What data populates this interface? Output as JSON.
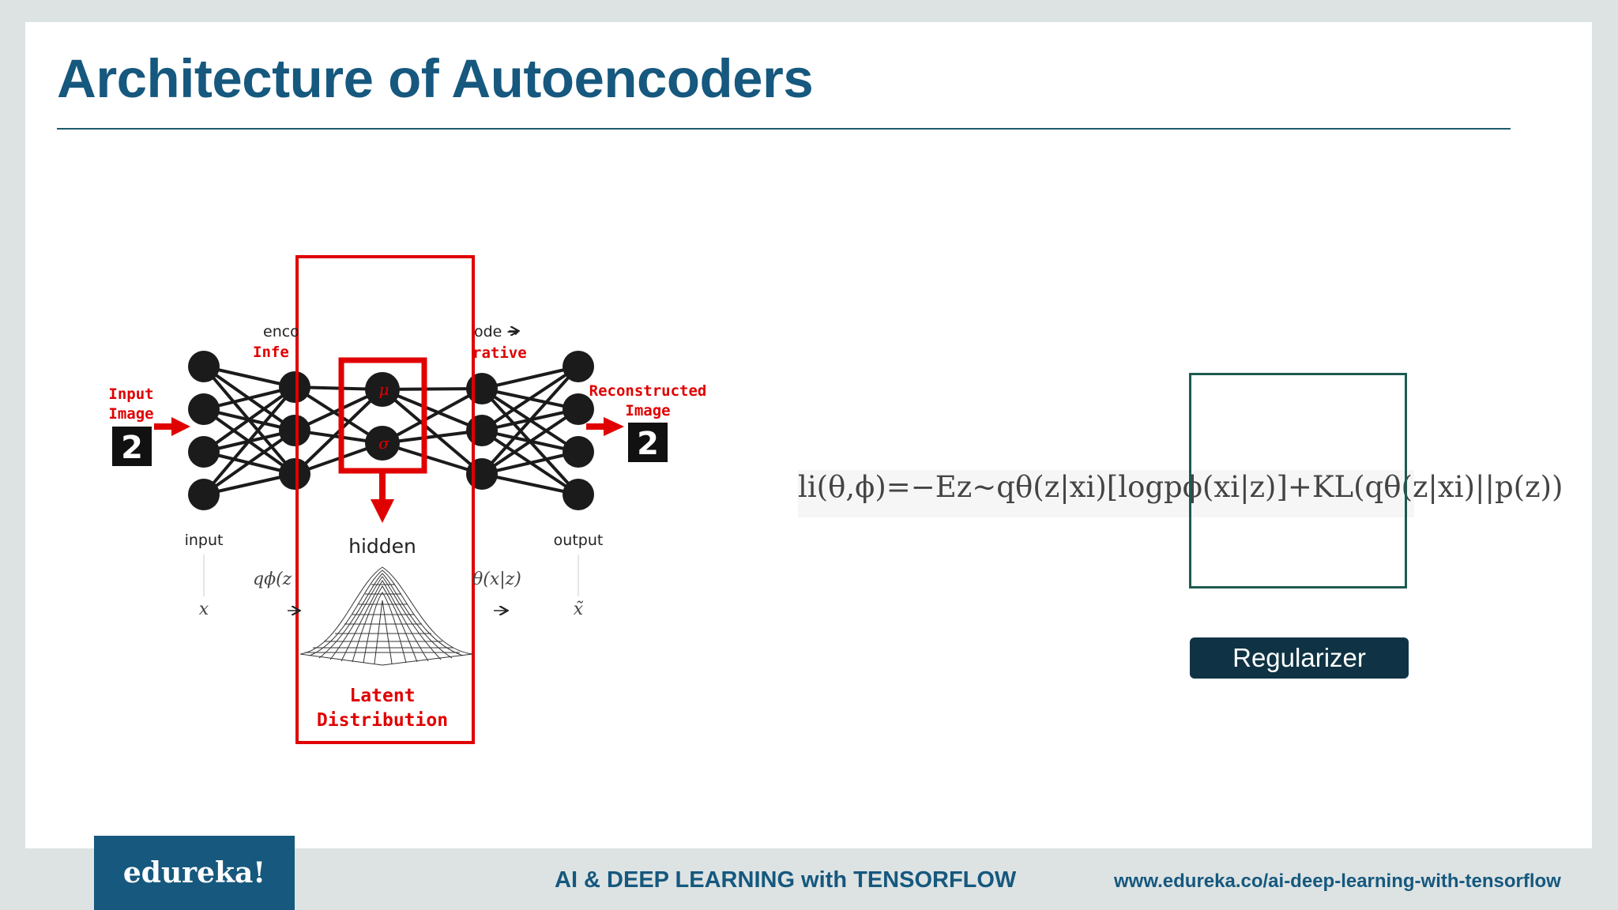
{
  "slide": {
    "title": "Architecture of Autoencoders"
  },
  "diagram": {
    "input_label_line1": "Input",
    "input_label_line2": "Image",
    "reconstructed_label_line1": "Reconstructed",
    "reconstructed_label_line2": "Image",
    "encoder_partial": "enco",
    "inference_partial": "Infe",
    "decoder_partial": "ode →",
    "generative_partial": "rative",
    "mu_symbol": "μ",
    "sigma_symbol": "σ",
    "hidden_label": "hidden",
    "input_node_label": "input",
    "output_node_label": "output",
    "x_symbol": "x",
    "x_tilde_symbol": "x̃",
    "q_partial": "qϕ(z",
    "p_partial": "θ(x|z)",
    "latent_line1": "Latent",
    "latent_line2": "Distribution",
    "digit": "2"
  },
  "formula": {
    "text": "li(θ,ϕ)=−Ez∼qθ(z|xi)[logpϕ(xi|z)]+KL(qθ(z|xi)||p(z))"
  },
  "regularizer": {
    "label": "Regularizer"
  },
  "footer": {
    "logo": "edureka!",
    "course": "AI & DEEP LEARNING with TENSORFLOW",
    "url": "www.edureka.co/ai-deep-learning-with-tensorflow"
  },
  "colors": {
    "title": "#16587e",
    "accent_red": "#e00000",
    "node": "#1b1b1b",
    "regularizer_bg": "#0f3344",
    "regularizer_border": "#1d5a4f"
  }
}
